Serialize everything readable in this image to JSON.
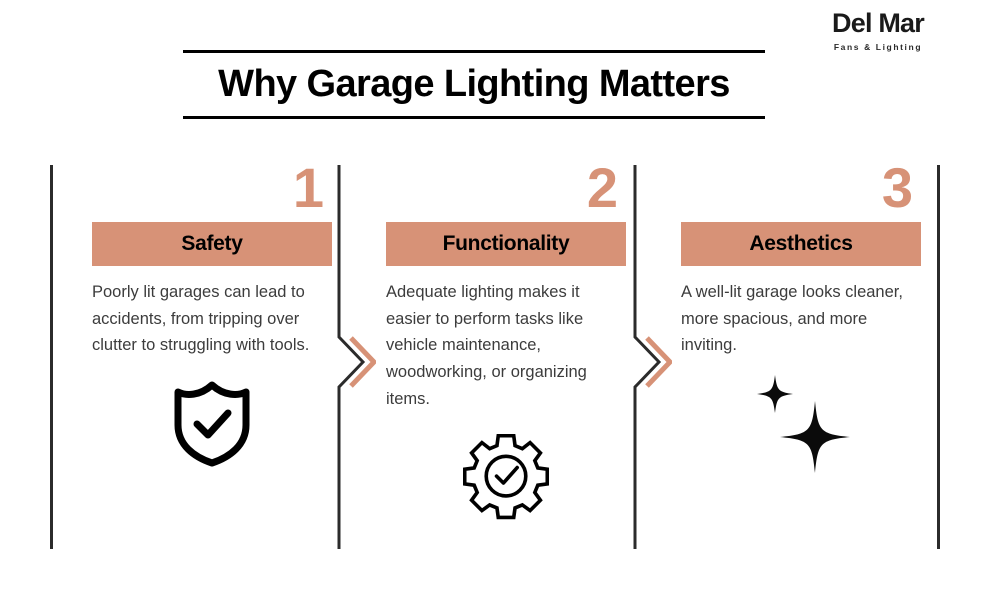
{
  "brand": {
    "name": "Del Mar",
    "tagline": "Fans & Lighting"
  },
  "header": {
    "title": "Why Garage Lighting Matters"
  },
  "theme": {
    "accent": "#d79277",
    "line": "#2b2b2b",
    "title_color": "#000000",
    "body_color": "#3c3c3c",
    "background": "#ffffff"
  },
  "columns": [
    {
      "number": "1",
      "label": "Safety",
      "body": "Poorly lit garages can lead to accidents, from tripping over clutter to struggling with tools.",
      "icon": "shield-check-icon"
    },
    {
      "number": "2",
      "label": "Functionality",
      "body": "Adequate lighting makes it easier to perform tasks like vehicle maintenance, woodworking, or organizing items.",
      "icon": "gear-check-icon"
    },
    {
      "number": "3",
      "label": "Aesthetics",
      "body": "A well-lit garage looks cleaner, more spacious, and more inviting.",
      "icon": "sparkle-stars-icon"
    }
  ]
}
